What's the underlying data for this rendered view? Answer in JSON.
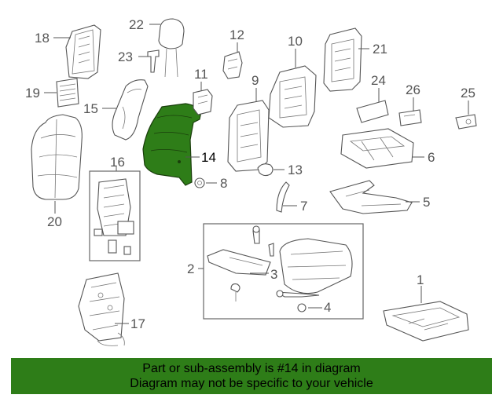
{
  "colors": {
    "highlight": "#2e7d18",
    "banner": "#2e7d18",
    "line": "#555555"
  },
  "highlighted_part": "14",
  "callouts": {
    "c1": "1",
    "c2": "2",
    "c3": "3",
    "c4": "4",
    "c5": "5",
    "c6": "6",
    "c7": "7",
    "c8": "8",
    "c9": "9",
    "c10": "10",
    "c11": "11",
    "c12": "12",
    "c13": "13",
    "c14": "14",
    "c15": "15",
    "c16": "16",
    "c17": "17",
    "c18": "18",
    "c19": "19",
    "c20": "20",
    "c21": "21",
    "c22": "22",
    "c23": "23",
    "c24": "24",
    "c25": "25",
    "c26": "26"
  },
  "footer": {
    "line1": "Part or sub-assembly is #14 in diagram",
    "line2": "Diagram may not be specific to your vehicle"
  }
}
